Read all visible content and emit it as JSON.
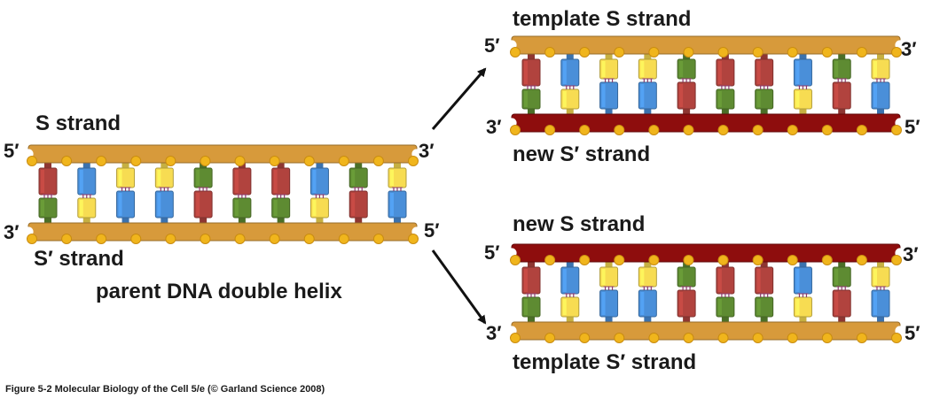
{
  "colors": {
    "template_backbone": "#d79a3b",
    "new_backbone": "#8e0d0d",
    "phosphate": "#f0b51c",
    "base_A": "#b1433e",
    "base_T": "#5e8b32",
    "base_G": "#4a8fd9",
    "base_C": "#f7dc52",
    "h_bond": "#8a3a6a",
    "arrow": "#111111"
  },
  "parent": {
    "top_strand_label": "S strand",
    "bottom_strand_label": "S′ strand",
    "title": "parent DNA double helix",
    "top_left_end": "5′",
    "top_right_end": "3′",
    "bottom_left_end": "3′",
    "bottom_right_end": "5′",
    "top_bases": [
      "A",
      "G",
      "C",
      "C",
      "T",
      "A",
      "A",
      "G",
      "T",
      "C"
    ]
  },
  "daughter1": {
    "top_strand_label": "template S strand",
    "bottom_strand_label": "new S′ strand",
    "top_left_end": "5′",
    "top_right_end": "3′",
    "bottom_left_end": "3′",
    "bottom_right_end": "5′"
  },
  "daughter2": {
    "top_strand_label": "new S strand",
    "bottom_strand_label": "template S′ strand",
    "top_left_end": "5′",
    "top_right_end": "3′",
    "bottom_left_end": "3′",
    "bottom_right_end": "5′"
  },
  "caption": "Figure 5-2  Molecular Biology of the Cell 5/e (© Garland Science 2008)"
}
